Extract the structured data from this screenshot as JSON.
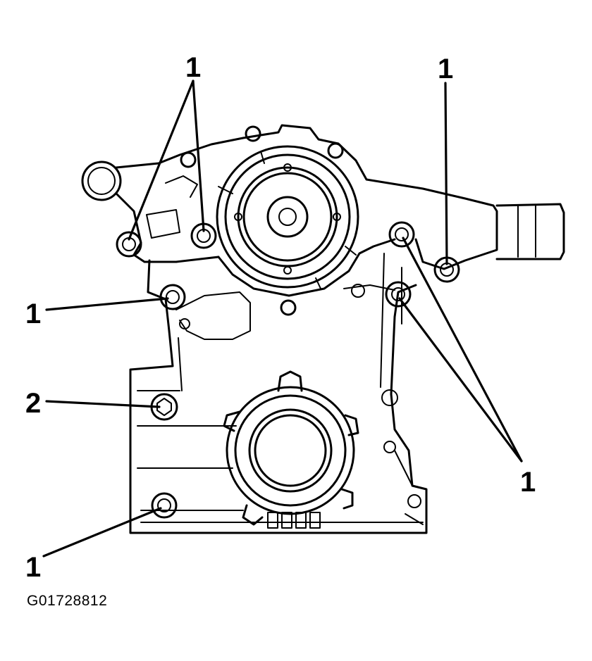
{
  "figure_id": "G01728812",
  "callouts": {
    "c1": "1",
    "c2": "1",
    "c3": "1",
    "c4": "2",
    "c5": "1",
    "c6": "1"
  }
}
